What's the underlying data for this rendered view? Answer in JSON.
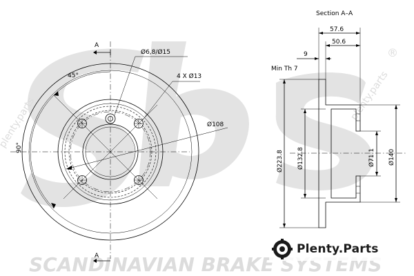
{
  "title": "Section A–A",
  "labels": {
    "section_mark_top": "A",
    "section_mark_bottom": "A",
    "angle_45": "45°",
    "angle_90": "90°",
    "stud_hole": "Ø6,8/Ø15",
    "bolt_holes": "4 X Ø13",
    "pcd": "Ø108",
    "min_thickness": "Min Th 7"
  },
  "dimensions": {
    "total_height": "57.6",
    "hat_height": "50.6",
    "thickness": "9",
    "outer_diameter": "Ø223.8",
    "hat_diameter": "Ø132.8",
    "center_bore": "Ø71.1",
    "spigot_diameter": "Ø140"
  },
  "watermarks": {
    "brand_footer": "SCANDINAVIAN BRAKE SYSTEMS",
    "plenty_diag_left": "plenty.parts",
    "plenty_diag_right": "plenty.parts",
    "registered": "®",
    "logo_text": "sbs"
  },
  "brand": {
    "name": "Plenty.Parts"
  },
  "colors": {
    "line": "#000000",
    "watermark": "#e3e3e3",
    "brand_text": "#1a1a1a"
  }
}
